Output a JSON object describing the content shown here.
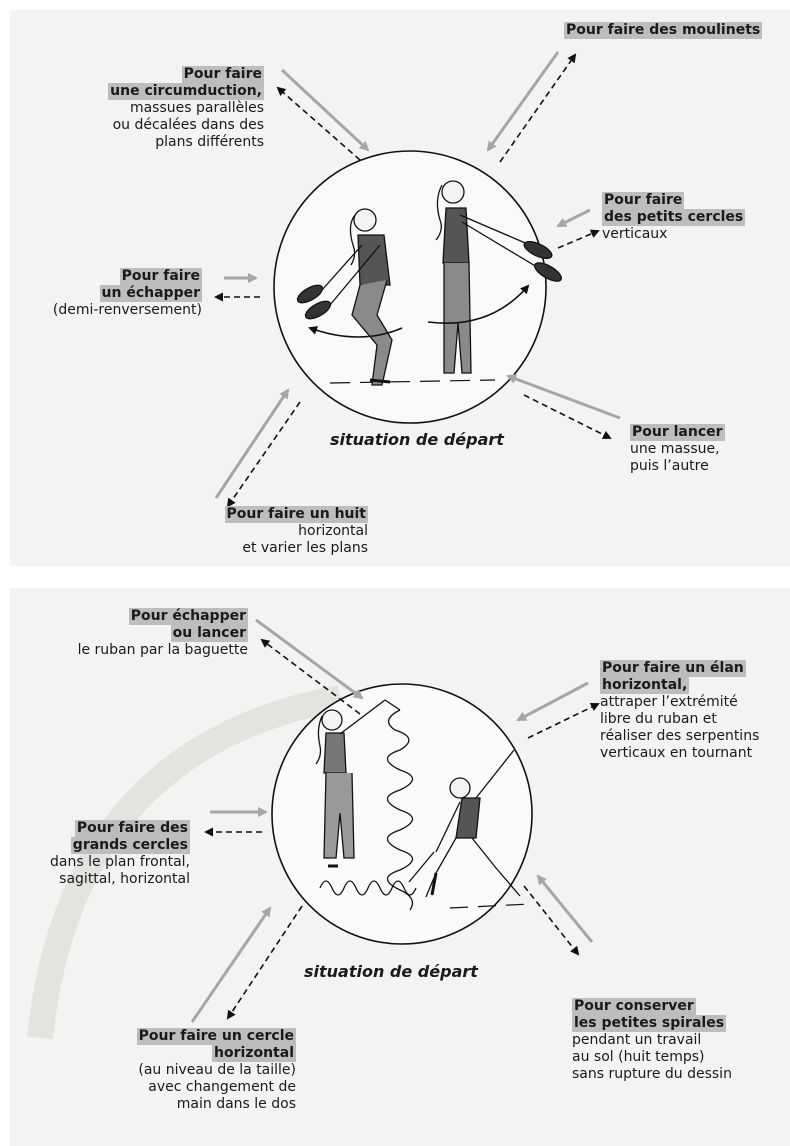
{
  "panel1": {
    "caption": "situation de départ",
    "labels": {
      "moulinets": {
        "head": [
          "Pour faire des moulinets"
        ],
        "body": []
      },
      "circumduction": {
        "head": [
          "Pour faire",
          "une circumduction,"
        ],
        "body": [
          "massues parallèles",
          "ou décalées dans des",
          "plans différents"
        ]
      },
      "petits_cercles": {
        "head": [
          "Pour faire",
          "des petits cercles"
        ],
        "body": [
          "verticaux"
        ]
      },
      "echapper": {
        "head": [
          "Pour faire",
          "un échapper"
        ],
        "body": [
          "(demi-renversement)"
        ]
      },
      "lancer": {
        "head": [
          "Pour lancer"
        ],
        "body": [
          "une massue,",
          "puis l’autre"
        ]
      },
      "huit": {
        "head": [
          "Pour faire un huit"
        ],
        "body": [
          "horizontal",
          "et varier les plans"
        ]
      }
    }
  },
  "panel2": {
    "caption": "situation de départ",
    "labels": {
      "echapper_lancer": {
        "head": [
          "Pour échapper",
          "ou lancer"
        ],
        "body": [
          "le ruban par la baguette"
        ]
      },
      "elan": {
        "head": [
          "Pour faire un élan",
          "horizontal,"
        ],
        "body": [
          "attraper l’extrémité",
          "libre du ruban et",
          "réaliser des serpentins",
          "verticaux en tournant"
        ]
      },
      "grands_cercles": {
        "head": [
          "Pour faire des",
          "grands cercles"
        ],
        "body": [
          "dans le plan frontal,",
          "sagittal, horizontal"
        ]
      },
      "spirales": {
        "head": [
          "Pour conserver",
          "les petites spirales"
        ],
        "body": [
          "pendant un travail",
          "au sol (huit temps)",
          "sans rupture du dessin"
        ]
      },
      "cercle_horizontal": {
        "head": [
          "Pour faire un cercle",
          "horizontal"
        ],
        "body": [
          "(au niveau de la taille)",
          "avec changement de",
          "main dans le dos"
        ]
      }
    }
  }
}
